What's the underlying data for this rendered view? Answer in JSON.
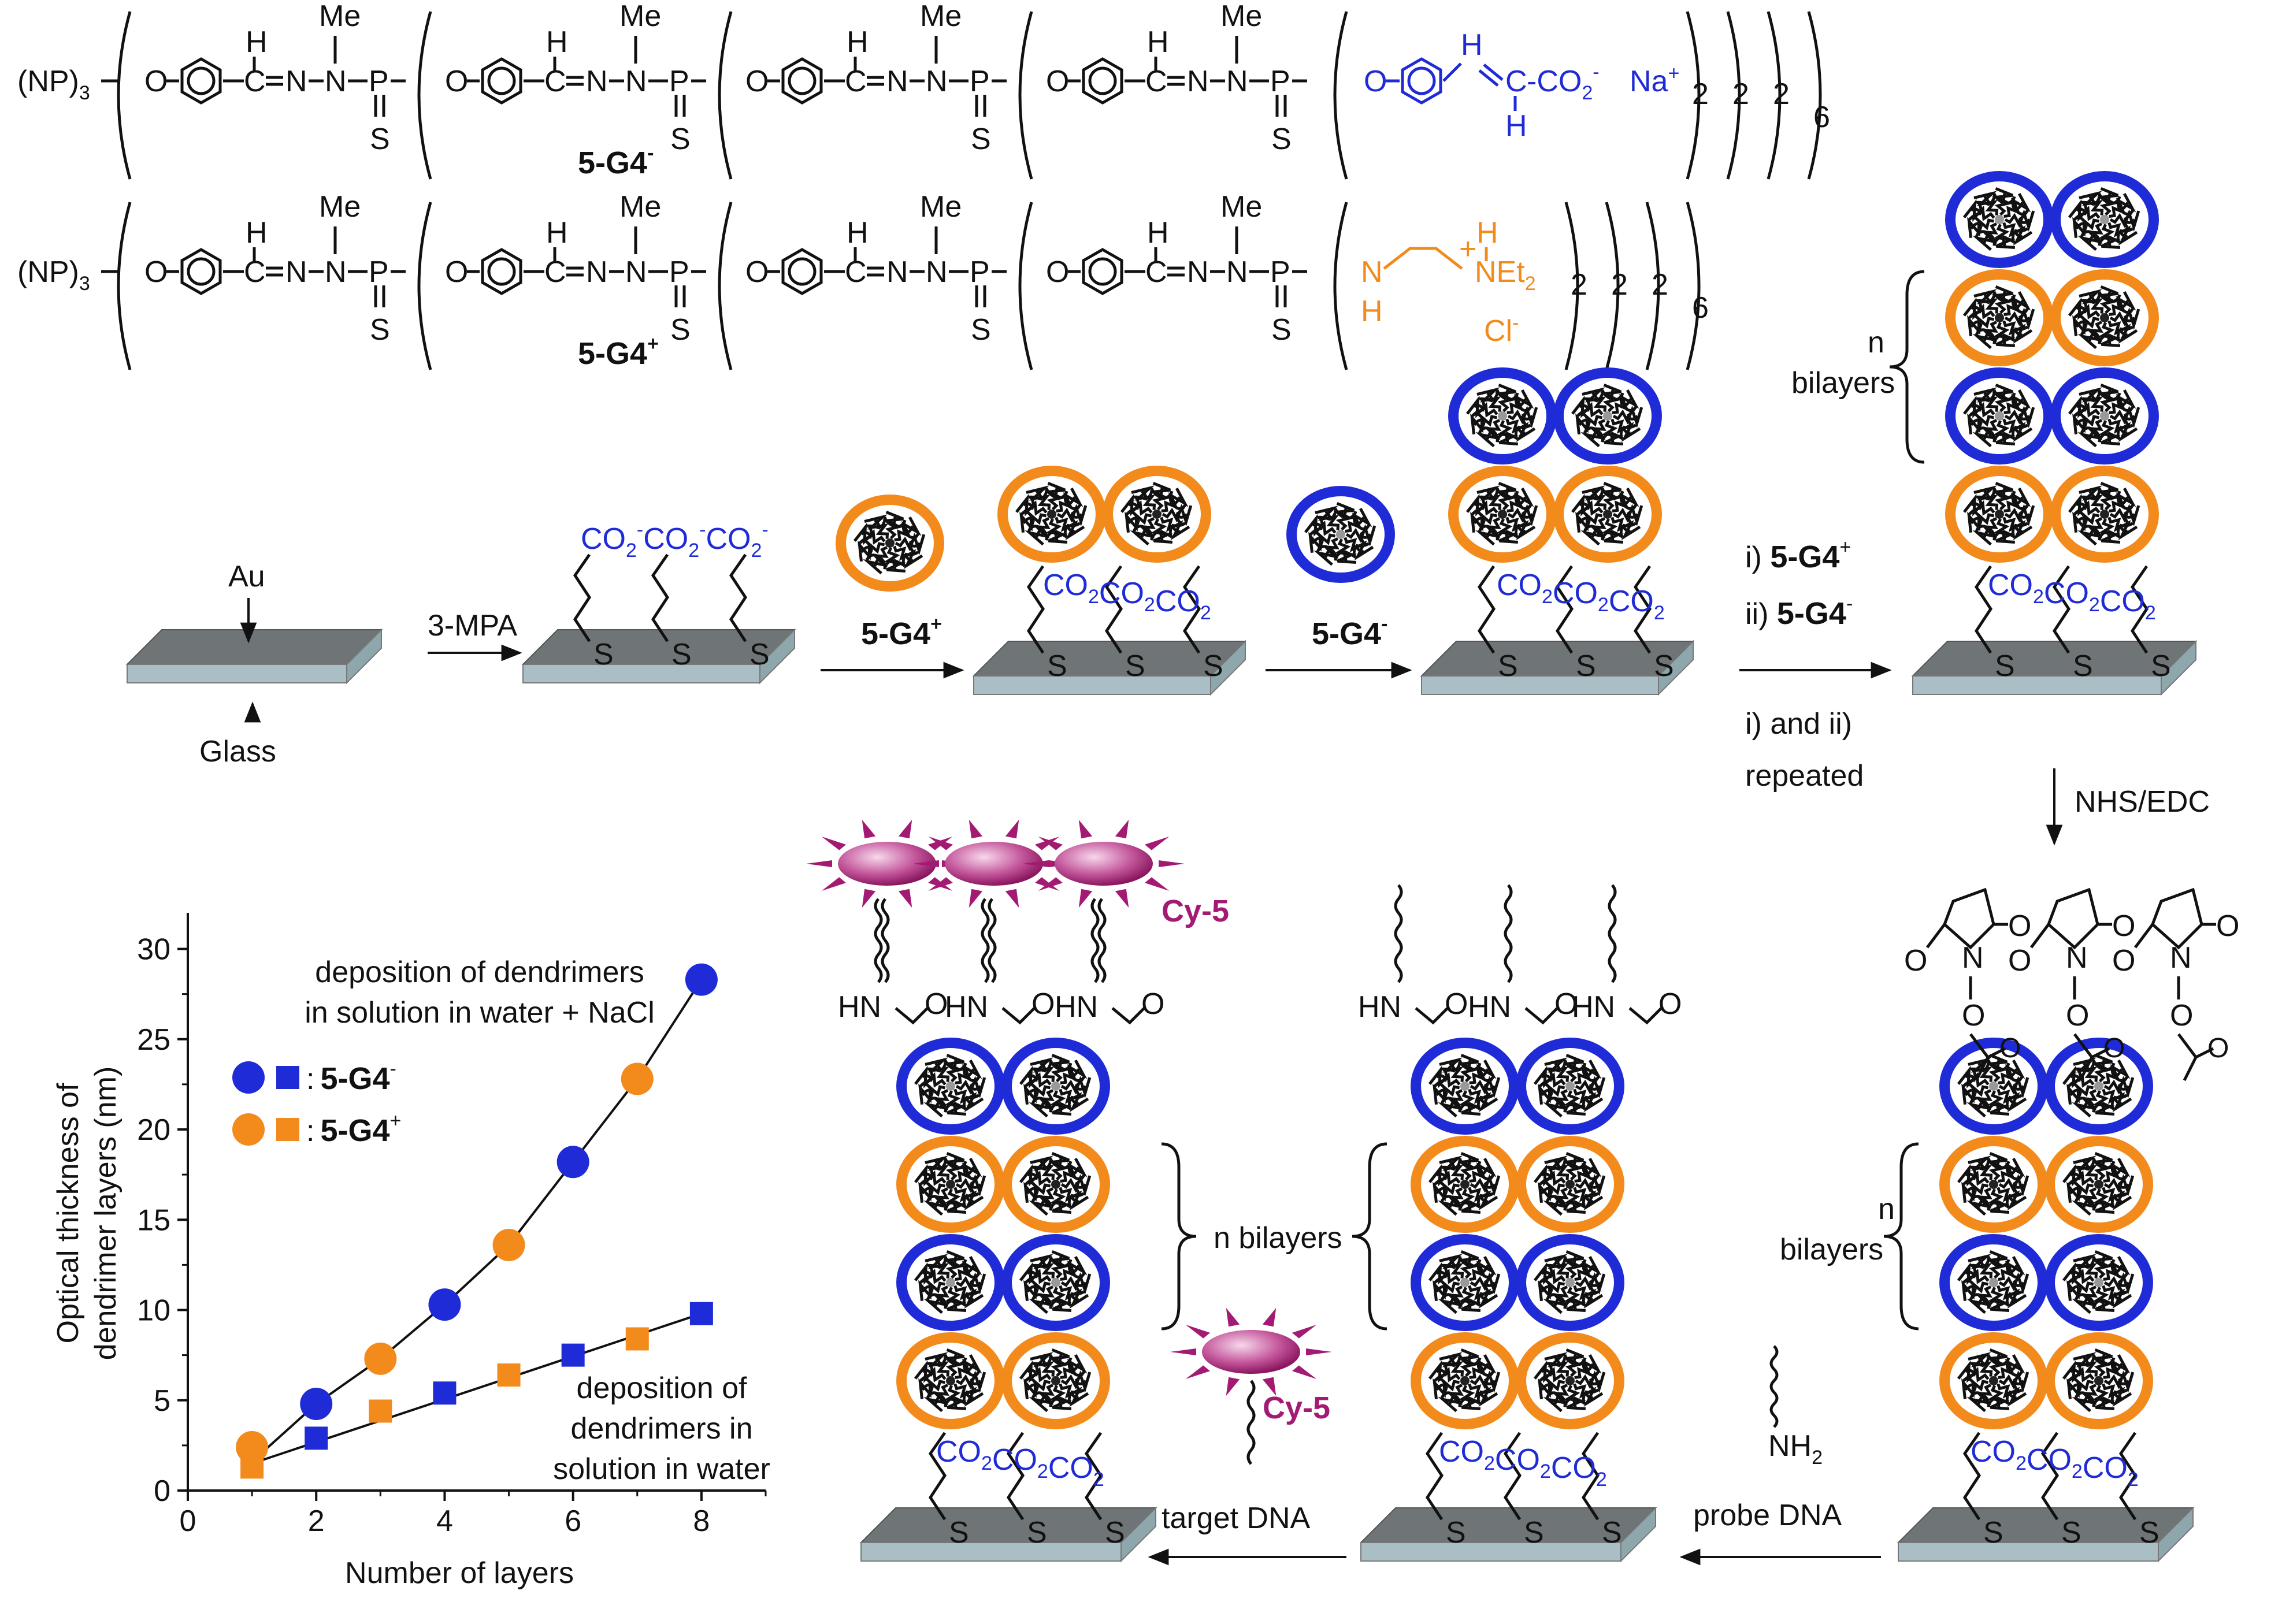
{
  "formulas": {
    "core": "(NP)",
    "core_sub": "3",
    "atoms": {
      "O": "O",
      "H": "H",
      "C": "C",
      "N": "N",
      "P": "P",
      "S": "S",
      "Me": "Me"
    },
    "linker": "=N-",
    "anion_end": "-CO",
    "anion_end_sub": "2",
    "anion_charge": "-",
    "na": "Na",
    "na_charge": "+",
    "amine_nh": "N",
    "amine_h": "H",
    "amine_net": "NEt",
    "amine_net_sub": "2",
    "amine_plus": "+",
    "chloride": "Cl",
    "chloride_charge": "-",
    "reps": [
      "2",
      "2",
      "2",
      "6"
    ],
    "label_neg": "5-G4",
    "label_neg_sup": "-",
    "label_pos": "5-G4",
    "label_pos_sup": "+"
  },
  "scheme": {
    "au": "Au",
    "glass": "Glass",
    "step1": "3-MPA",
    "step2": "5-G4",
    "step2_sup": "+",
    "step3": "5-G4",
    "step3_sup": "-",
    "step4_i": "i) ",
    "step4_i_b": "5-G4",
    "step4_i_sup": "+",
    "step4_ii": "ii) ",
    "step4_ii_b": "5-G4",
    "step4_ii_sup": "-",
    "step4_rep_a": "i) and ii)",
    "step4_rep_b": "repeated",
    "nhs": "NHS/EDC",
    "probe_nh2": "NH",
    "probe_nh2_sub": "2",
    "probe": "probe DNA",
    "target": "target DNA",
    "cy5": "Cy-5",
    "n_bilayers": "n bilayers",
    "n": "n",
    "bilayers": "bilayers",
    "co2": "CO",
    "co2_sub": "2",
    "co2_charge": "-",
    "s": "S",
    "hn": "HN",
    "o": "O"
  },
  "colors": {
    "anionic": "#1f2bd6",
    "cationic": "#f28a1c",
    "dye": "#a31a73",
    "substrate_top": "#6f7576",
    "substrate_side": "#a9bfc5"
  },
  "chart_data": {
    "type": "scatter",
    "xlabel": "Number of layers",
    "ylabel_line1": "Optical thickness of",
    "ylabel_line2": "dendrimer layers (nm)",
    "xlim": [
      0,
      9
    ],
    "ylim": [
      0,
      32
    ],
    "xticks": [
      "0",
      "2",
      "4",
      "6",
      "8"
    ],
    "yticks": [
      "0",
      "5",
      "10",
      "15",
      "20",
      "25",
      "30"
    ],
    "annotation_salt_1": "deposition of dendrimers",
    "annotation_salt_2": "in solution in water + NaCl",
    "annotation_water_1": "deposition of",
    "annotation_water_2": "dendrimers in",
    "annotation_water_3": "solution in water",
    "legend": {
      "sep": ":",
      "neg": "5-G4",
      "neg_sup": "-",
      "pos": "5-G4",
      "pos_sup": "+"
    },
    "series": [
      {
        "marker": "circle",
        "color": "#f28a1c",
        "x": [
          1,
          3,
          5,
          7
        ],
        "y": [
          2.4,
          7.3,
          13.6,
          22.8
        ]
      },
      {
        "marker": "circle",
        "color": "#1f2bd6",
        "x": [
          2,
          4,
          6,
          8
        ],
        "y": [
          4.8,
          10.3,
          18.2,
          28.3
        ]
      },
      {
        "marker": "square",
        "color": "#f28a1c",
        "x": [
          1,
          3,
          5,
          7
        ],
        "y": [
          1.3,
          4.4,
          6.4,
          8.4
        ]
      },
      {
        "marker": "square",
        "color": "#1f2bd6",
        "x": [
          2,
          4,
          6,
          8
        ],
        "y": [
          2.9,
          5.4,
          7.5,
          9.8
        ]
      }
    ],
    "fit_lines": [
      {
        "x": [
          1,
          8
        ],
        "y": [
          1.6,
          28.3
        ],
        "through": [
          [
            1,
            1.6
          ],
          [
            2,
            4.8
          ],
          [
            3,
            7.3
          ],
          [
            4,
            10.3
          ],
          [
            5,
            13.6
          ],
          [
            6,
            18.2
          ],
          [
            7,
            22.8
          ],
          [
            8,
            28.3
          ]
        ]
      },
      {
        "x": [
          1,
          8
        ],
        "y": [
          1.5,
          9.8
        ]
      }
    ]
  }
}
